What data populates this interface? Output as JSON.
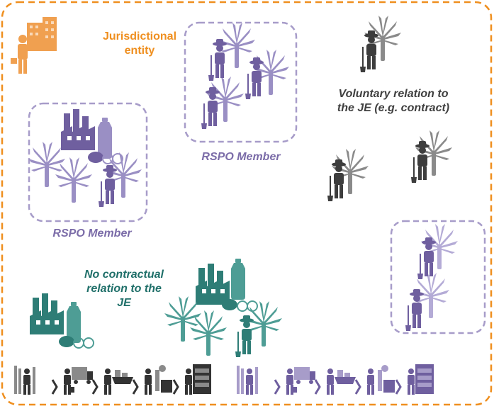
{
  "jurisdiction": {
    "title_line1": "Jurisdictional",
    "title_line2": "entity"
  },
  "groups": {
    "rspo_member_top": "RSPO Member",
    "rspo_member_left": "RSPO Member",
    "voluntary_line1": "Voluntary relation to",
    "voluntary_line2": "the JE (e.g. contract)",
    "no_contract_line1": "No contractual",
    "no_contract_line2": "relation to the",
    "no_contract_line3": "JE"
  },
  "supply_chain_steps": [
    "farmer",
    "truck-transport",
    "ship-transport",
    "refinery",
    "retail"
  ],
  "colors": {
    "orange": "#ef8f1f",
    "purple": "#7b6ca8",
    "lavender_border": "#a79cc9",
    "teal": "#2e7d76",
    "gray": "#4a4a4a"
  }
}
